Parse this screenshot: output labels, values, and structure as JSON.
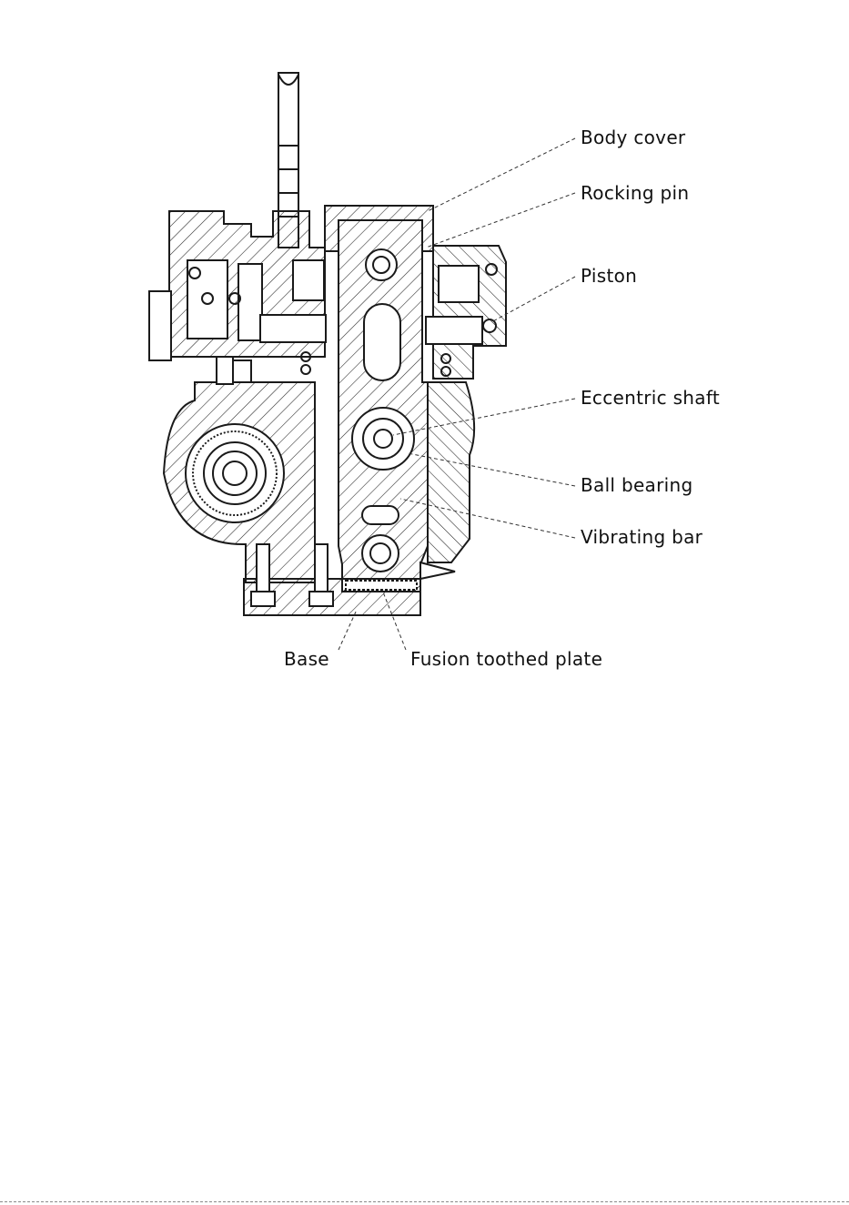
{
  "labels": {
    "body_cover": "Body cover",
    "rocking_pin": "Rocking pin",
    "piston": "Piston",
    "eccentric_shaft": "Eccentric shaft",
    "ball_bearing": "Ball bearing",
    "vibrating_bar": "Vibrating bar",
    "base": "Base",
    "fusion_toothed_plate": "Fusion toothed plate"
  },
  "colors": {
    "line": "#1a1a1a",
    "background": "#ffffff"
  }
}
